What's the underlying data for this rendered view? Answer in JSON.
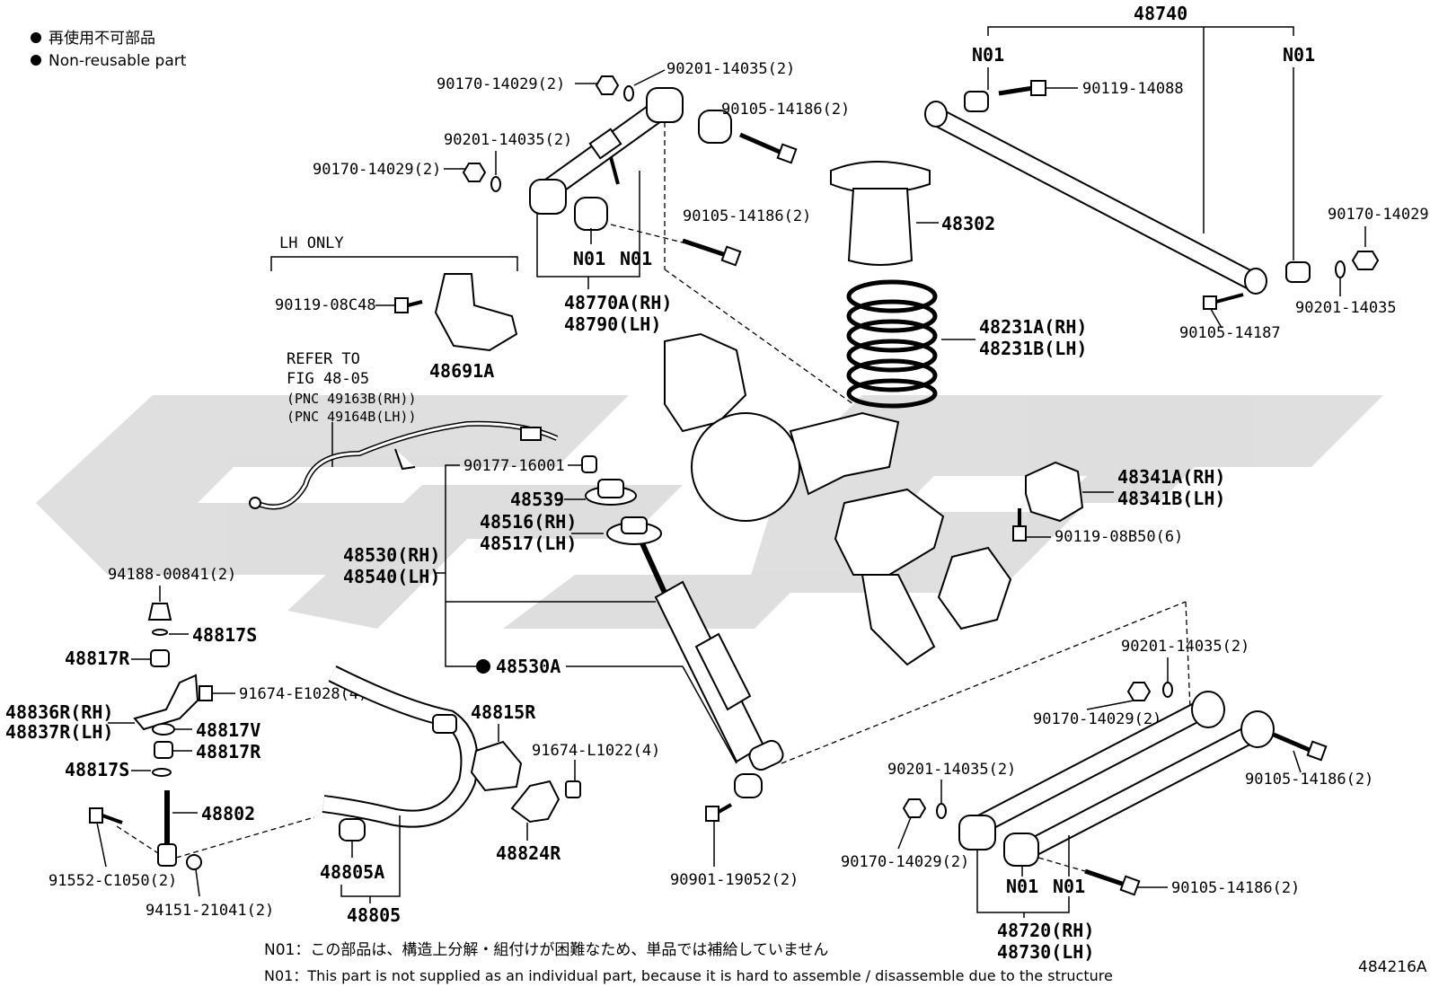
{
  "legend": {
    "items": [
      "再使用不可部品",
      "Non-reusable part"
    ]
  },
  "section_tag": "LH ONLY",
  "refer": [
    "REFER TO",
    "FIG 48-05",
    "(PNC 49163B(RH))",
    "(PNC 49164B(LH))"
  ],
  "labels": {
    "p48740": "48740",
    "n01_a": "N01",
    "n01_b": "N01",
    "p90119_14088": "90119-14088",
    "p90170_14029_r": "90170-14029",
    "p90201_14035_r": "90201-14035",
    "p90105_14187": "90105-14187",
    "p90170_14029_top": "90170-14029(2)",
    "p90201_14035_top": "90201-14035(2)",
    "p90201_14035_top2": "90201-14035(2)",
    "p90170_14029_top2": "90170-14029(2)",
    "p90105_14186_top": "90105-14186(2)",
    "p90105_14186_top2": "90105-14186(2)",
    "n01_c": "N01",
    "n01_d": "N01",
    "p48770a": "48770A(RH)",
    "p48790": "48790(LH)",
    "p48302": "48302",
    "p48231a": "48231A(RH)",
    "p48231b": "48231B(LH)",
    "p90119_08c48": "90119-08C48",
    "p48691a": "48691A",
    "p48341a": "48341A(RH)",
    "p48341b": "48341B(LH)",
    "p90119_08b50": "90119-08B50(6)",
    "p90177_16001": "90177-16001",
    "p48539": "48539",
    "p48516": "48516(RH)",
    "p48517": "48517(LH)",
    "p48530": "48530(RH)",
    "p48540": "48540(LH)",
    "p48530a": "48530A",
    "p94188_00841": "94188-00841(2)",
    "p48817s_a": "48817S",
    "p48817r_a": "48817R",
    "p91674_e1028": "91674-E1028(4)",
    "p48836r": "48836R(RH)",
    "p48837r": "48837R(LH)",
    "p48817v": "48817V",
    "p48817r_b": "48817R",
    "p48817s_b": "48817S",
    "p48802": "48802",
    "p91552_c1050": "91552-C1050(2)",
    "p94151_21041": "94151-21041(2)",
    "p48805a": "48805A",
    "p48805": "48805",
    "p48815r": "48815R",
    "p91674_l1022": "91674-L1022(4)",
    "p48824r": "48824R",
    "p90901_19052": "90901-19052(2)",
    "p90201_14035_br1": "90201-14035(2)",
    "p90170_14029_br1": "90170-14029(2)",
    "p90105_14186_br1": "90105-14186(2)",
    "p90201_14035_br2": "90201-14035(2)",
    "p90170_14029_br2": "90170-14029(2)",
    "n01_e": "N01",
    "n01_f": "N01",
    "p90105_14186_br2": "90105-14186(2)",
    "p48720": "48720(RH)",
    "p48730": "48730(LH)"
  },
  "footnotes": {
    "jp": "N01：この部品は、構造上分解・組付けが困難なため、単品では補給していません",
    "en": "N01：This part is not supplied as an individual part, because it is hard to assemble / disassemble due to the structure"
  },
  "figure_id": "484216A"
}
